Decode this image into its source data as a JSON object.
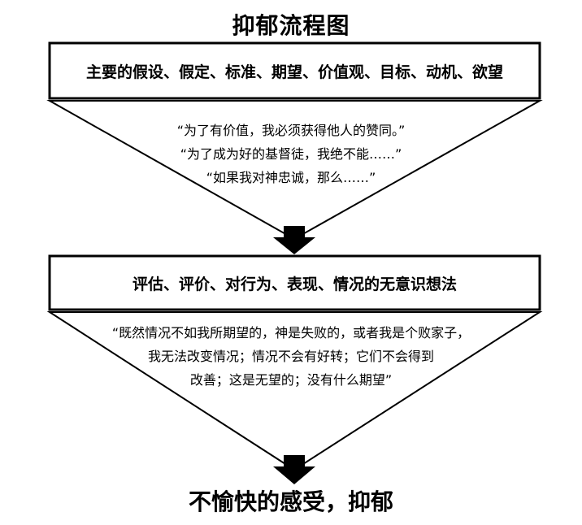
{
  "title": "抑郁流程图",
  "box1": {
    "label": "主要的假设、假定、标准、期望、价值观、目标、动机、欲望"
  },
  "quotes1": [
    "“为了有价值，我必须获得他人的赞同。”",
    "“为了成为好的基督徒，我绝不能……”",
    "“如果我对神忠诚，那么……”"
  ],
  "box2": {
    "label": "评估、评价、对行为、表现、情况的无意识想法"
  },
  "quotes2": [
    "“既然情况不如我所期望的，神是失败的，或者我是个败家子，",
    "我无法改变情况；情况不会有好转；它们不会得到",
    "改善；这是无望的；没有什么期望”"
  ],
  "bottom": {
    "label": "不愉快的感受，抑郁"
  }
}
